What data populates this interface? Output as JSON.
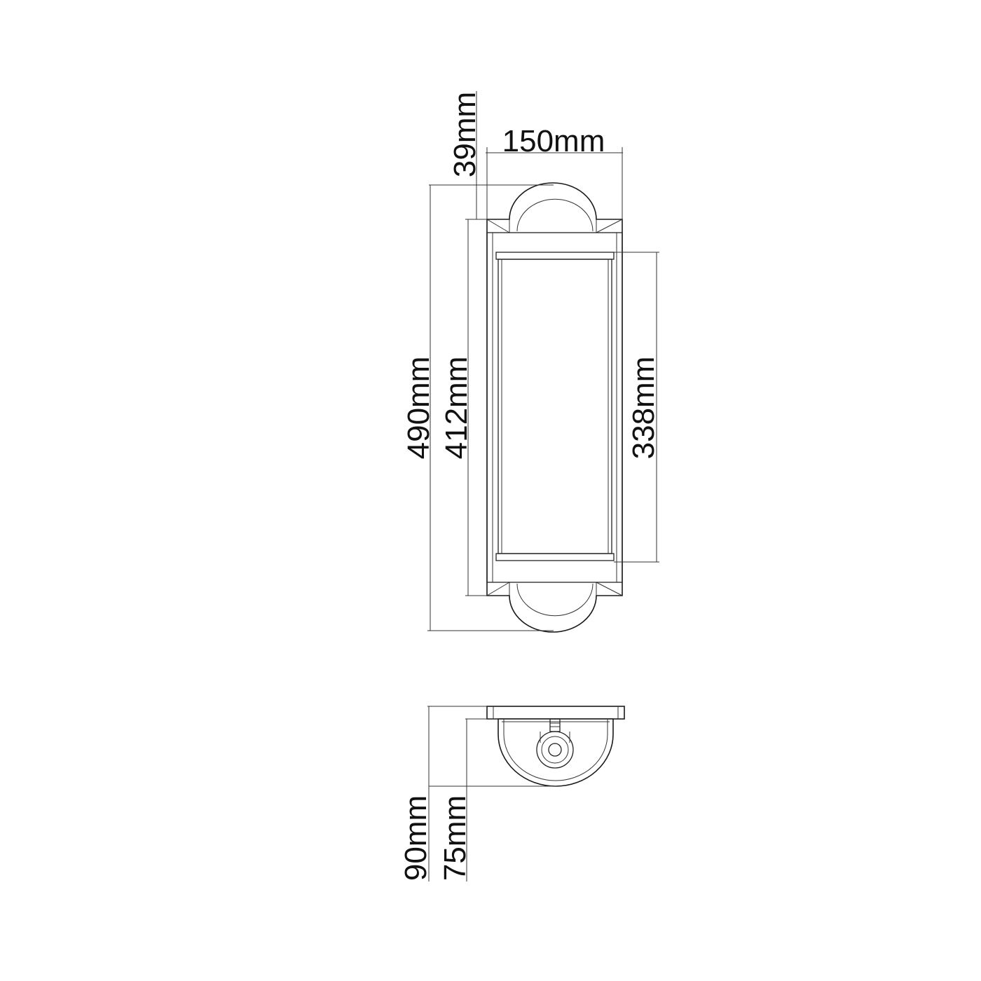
{
  "colors": {
    "line": "#222222",
    "text": "#111111",
    "background": "#ffffff"
  },
  "front_view": {
    "dimensions": {
      "top_offset": "39mm",
      "width": "150mm",
      "overall_height": "490mm",
      "body_height": "412mm",
      "glass_height": "338mm"
    }
  },
  "side_view": {
    "dimensions": {
      "overall_depth": "90mm",
      "body_depth": "75mm"
    }
  }
}
